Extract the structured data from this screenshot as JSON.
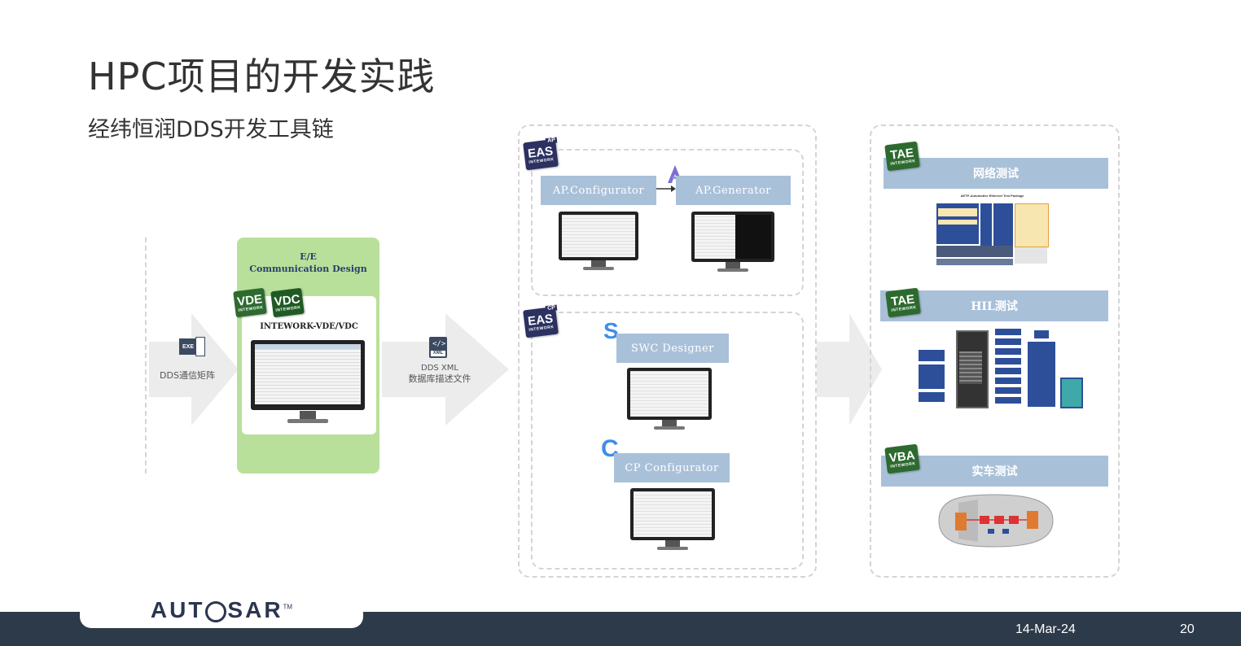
{
  "slide": {
    "title": "HPC项目的开发实践",
    "subtitle": "经纬恒润DDS开发工具链"
  },
  "input_step": {
    "file_icon": "exe-file-icon",
    "file_label": "EXE",
    "caption": "DDS通信矩阵"
  },
  "design_panel": {
    "header_line1": "E/E",
    "header_line2": "Communication Design",
    "tool_name": "INTEWORK-VDE/VDC",
    "badges": [
      {
        "big": "VDE",
        "small": "INTEWORK",
        "color": "#2d6a2f"
      },
      {
        "big": "VDC",
        "small": "INTEWORK",
        "color": "#1f5a24"
      }
    ],
    "color": "#b9e09a"
  },
  "xml_step": {
    "file_icon": "xml-file-icon",
    "file_label": "XML",
    "caption_line1": "DDS XML",
    "caption_line2": "数据库描述文件"
  },
  "eas_ap": {
    "badge": {
      "big": "EAS",
      "small": "INTEWORK",
      "corner": "AP",
      "color": "#2c3161"
    },
    "configurator": "AP.Configurator",
    "generator": "AP.Generator"
  },
  "eas_cp": {
    "badge": {
      "big": "EAS",
      "small": "INTEWORK",
      "corner": "CP",
      "color": "#2c3161"
    },
    "swc_designer": "SWC Designer",
    "cp_configurator": "CP Configurator"
  },
  "test_panel": {
    "network": {
      "badge": {
        "big": "TAE",
        "small": "INTEWORK",
        "color": "#2d6a2f"
      },
      "label": "网络测试",
      "diagram_title": "AETP-Automotive Ethernet Test Package"
    },
    "hil": {
      "badge": {
        "big": "TAE",
        "small": "INTEWORK",
        "color": "#2d6a2f"
      },
      "label": "HIL测试"
    },
    "vehicle": {
      "badge": {
        "big": "VBA",
        "small": "INTEWORK",
        "color": "#2d6a2f"
      },
      "label": "实车测试"
    }
  },
  "footer": {
    "logo": "AUT",
    "logo_o": "O",
    "logo_rest": "SAR",
    "tm": "TM",
    "date": "14-Mar-24",
    "page": "20"
  },
  "colors": {
    "accent_blue": "#a9c0d9",
    "footer_bg": "#2d3a4a",
    "arrow_gray": "#ececec"
  }
}
